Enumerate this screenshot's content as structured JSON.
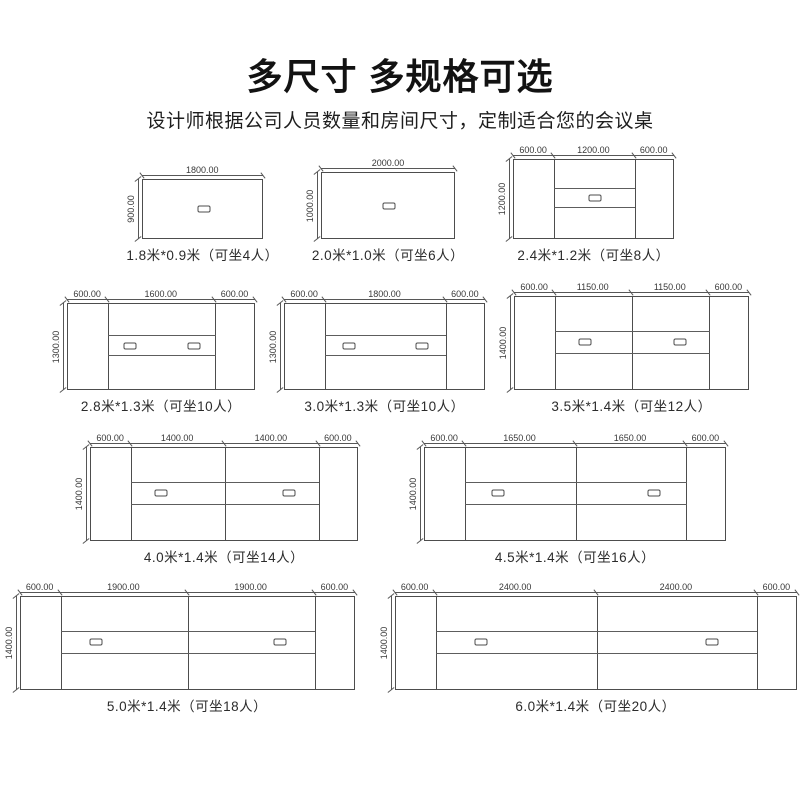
{
  "header": {
    "title": "多尺寸 多规格可选",
    "subtitle": "设计师根据公司人员数量和房间尺寸，定制适合您的会议桌"
  },
  "rows": [
    [
      {
        "name": "1.8x0.9",
        "caption": "1.8米*0.9米（可坐4人）",
        "top_segments": [
          "1800.00"
        ],
        "side_label": "900.00",
        "grommets": [
          0.5
        ]
      },
      {
        "name": "2.0x1.0",
        "caption": "2.0米*1.0米（可坐6人）",
        "top_segments": [
          "2000.00"
        ],
        "side_label": "1000.00",
        "grommets": [
          0.5
        ]
      },
      {
        "name": "2.4x1.2",
        "caption": "2.4米*1.2米（可坐8人）",
        "top_segments": [
          "600.00",
          "1200.00",
          "600.00"
        ],
        "side_label": "1200.00",
        "grommets": [
          0.5
        ]
      }
    ],
    [
      {
        "name": "2.8x1.3",
        "caption": "2.8米*1.3米（可坐10人）",
        "top_segments": [
          "600.00",
          "1600.00",
          "600.00"
        ],
        "side_label": "1300.00",
        "grommets": [
          0.2,
          0.8
        ]
      },
      {
        "name": "3.0x1.3",
        "caption": "3.0米*1.3米（可坐10人）",
        "top_segments": [
          "600.00",
          "1800.00",
          "600.00"
        ],
        "side_label": "1300.00",
        "grommets": [
          0.2,
          0.8
        ]
      },
      {
        "name": "3.5x1.4",
        "caption": "3.5米*1.4米（可坐12人）",
        "top_segments": [
          "600.00",
          "1150.00",
          "1150.00",
          "600.00"
        ],
        "side_label": "1400.00",
        "grommets": [
          0.19,
          0.81
        ]
      }
    ],
    [
      {
        "name": "4.0x1.4",
        "caption": "4.0米*1.4米（可坐14人）",
        "top_segments": [
          "600.00",
          "1400.00",
          "1400.00",
          "600.00"
        ],
        "side_label": "1400.00",
        "grommets": [
          0.16,
          0.84
        ]
      },
      {
        "name": "4.5x1.4",
        "caption": "4.5米*1.4米（可坐16人）",
        "top_segments": [
          "600.00",
          "1650.00",
          "1650.00",
          "600.00"
        ],
        "side_label": "1400.00",
        "grommets": [
          0.15,
          0.85
        ]
      }
    ],
    [
      {
        "name": "5.0x1.4",
        "caption": "5.0米*1.4米（可坐18人）",
        "top_segments": [
          "600.00",
          "1900.00",
          "1900.00",
          "600.00"
        ],
        "side_label": "1400.00",
        "grommets": [
          0.14,
          0.86
        ]
      },
      {
        "name": "6.0x1.4",
        "caption": "6.0米*1.4米（可坐20人）",
        "top_segments": [
          "600.00",
          "2400.00",
          "2400.00",
          "600.00"
        ],
        "side_label": "1400.00",
        "grommets": [
          0.14,
          0.86
        ]
      }
    ]
  ]
}
